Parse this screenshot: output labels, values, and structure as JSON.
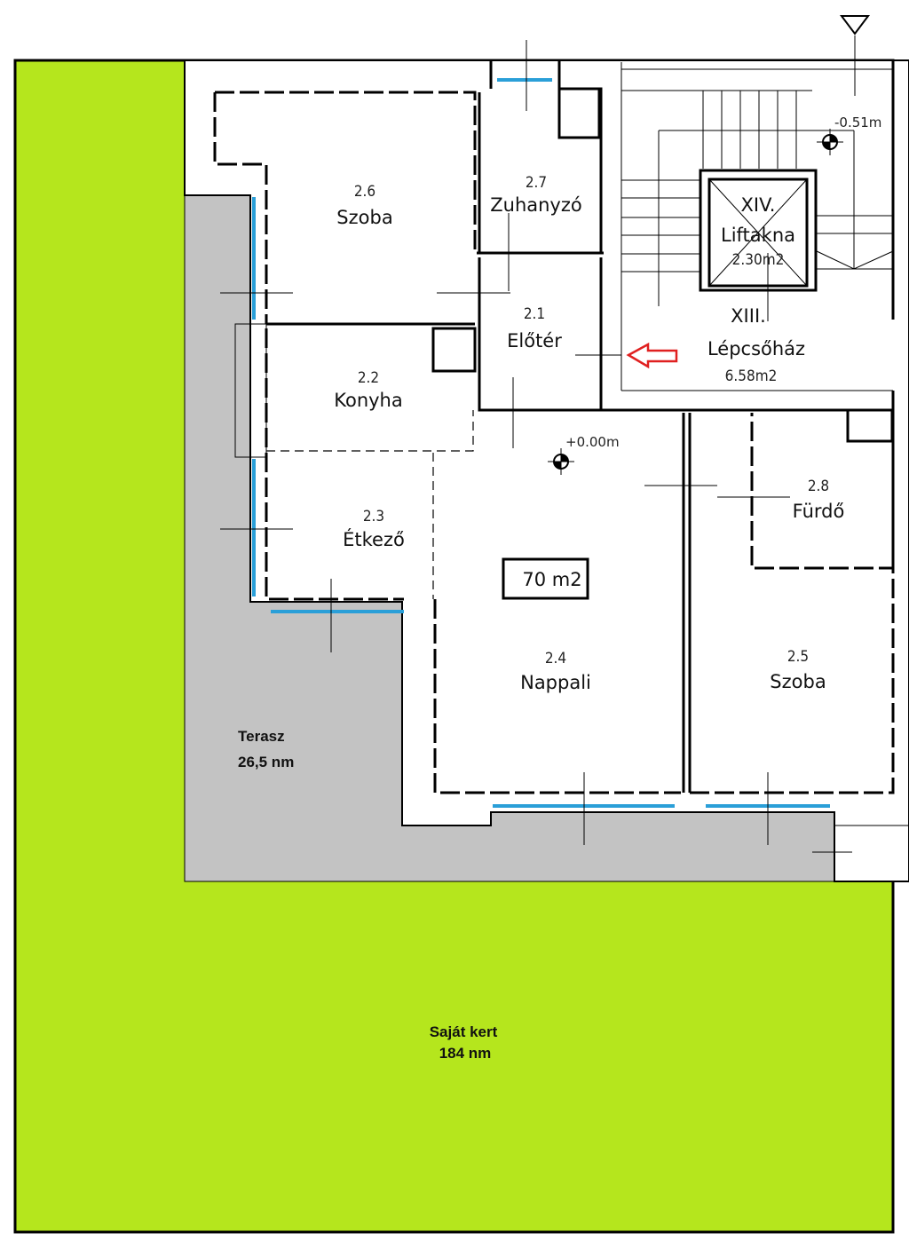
{
  "colors": {
    "garden": "#b5e61d",
    "terrace": "#c3c3c3",
    "arrow": "#e02020",
    "window": "#2a9fd8"
  },
  "total_area": "70 m2",
  "rooms": [
    {
      "num": "2.6",
      "name": "Szoba"
    },
    {
      "num": "2.7",
      "name": "Zuhanyzó"
    },
    {
      "num": "2.1",
      "name": "Előtér"
    },
    {
      "num": "2.2",
      "name": "Konyha"
    },
    {
      "num": "2.3",
      "name": "Étkező"
    },
    {
      "num": "2.4",
      "name": "Nappali"
    },
    {
      "num": "2.5",
      "name": "Szoba"
    },
    {
      "num": "2.8",
      "name": "Fürdő"
    }
  ],
  "lift": {
    "num": "XIV.",
    "name": "Liftakna",
    "area": "2.30m2"
  },
  "stair": {
    "num": "XIII.",
    "name": "Lépcsőház",
    "area": "6.58m2"
  },
  "levels": {
    "stair": "-0.51m",
    "floor": "+0.00m"
  },
  "terrace": {
    "name": "Terasz",
    "area": "26,5 nm"
  },
  "garden": {
    "name": "Saját kert",
    "area": "184 nm"
  },
  "icons": {
    "entrance": "entrance-arrow-icon",
    "level": "level-marker-icon"
  }
}
